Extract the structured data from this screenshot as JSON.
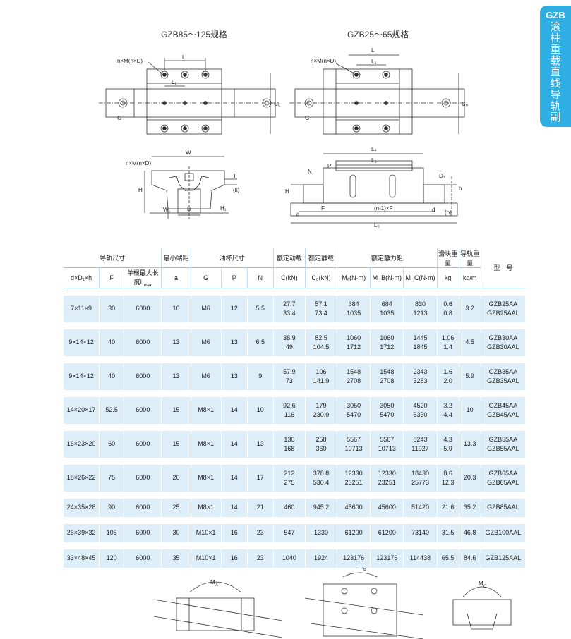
{
  "side_tab": {
    "code": "GZB",
    "chars": [
      "滚",
      "柱",
      "重",
      "载",
      "直",
      "线",
      "导",
      "轨",
      "副"
    ]
  },
  "figures": {
    "top_left_title": "GZB85～125规格",
    "top_right_title": "GZB25～65规格",
    "labels": {
      "nM": "n×M(n×D)",
      "L": "L",
      "L1": "L₁",
      "G": "G",
      "C0": "C₀",
      "W": "W",
      "T": "T",
      "k": "(k)",
      "H": "H",
      "H1": "H₁",
      "W1": "W₁",
      "B": "B",
      "L4": "L₄",
      "L2": "L₂",
      "P": "P",
      "N": "N",
      "D1": "D₁",
      "h": "h",
      "a": "a",
      "F": "F",
      "n1F": "(n-1)×F",
      "d": "d",
      "b": "(b)",
      "L0": "L₀",
      "MA": "M",
      "MA_sub": "A",
      "MB": "M",
      "MB_sub": "B",
      "MC": "M",
      "MC_sub": "C"
    }
  },
  "table": {
    "group_headers": {
      "rail": "导轨尺寸",
      "min_end": "最小端距",
      "oil": "油杯尺寸",
      "dyn": "额定动载",
      "stat": "额定静载",
      "moment": "额定静力矩",
      "block_w": "滑块重量",
      "rail_w": "导轨重量",
      "model": "型　号"
    },
    "col_headers": {
      "dDh": "d×D₁×h",
      "F": "F",
      "Lmax": "单根最大长度L",
      "Lmax_sub": "max",
      "a": "a",
      "G": "G",
      "P": "P",
      "N": "N",
      "C": "C(kN)",
      "C0": "C₀(kN)",
      "MA": "Mₐ(N·m)",
      "MB": "M_B(N·m)",
      "MC": "M_C(N·m)",
      "kg": "kg",
      "kgm": "kg/m"
    },
    "rows": [
      {
        "dDh": "7×11×9",
        "F": "30",
        "L": "6000",
        "a": "10",
        "G": "M6",
        "P": "12",
        "N": "5.5",
        "C": [
          "27.7",
          "33.4"
        ],
        "C0": [
          "57.1",
          "73.4"
        ],
        "MA": [
          "684",
          "1035"
        ],
        "MB": [
          "684",
          "1035"
        ],
        "MC": [
          "830",
          "1213"
        ],
        "kg": [
          "0.6",
          "0.8"
        ],
        "kgm": "3.2",
        "model": [
          "GZB25AA",
          "GZB25AAL"
        ]
      },
      {
        "dDh": "9×14×12",
        "F": "40",
        "L": "6000",
        "a": "13",
        "G": "M6",
        "P": "13",
        "N": "6.5",
        "C": [
          "38.9",
          "49"
        ],
        "C0": [
          "82.5",
          "104.5"
        ],
        "MA": [
          "1060",
          "1712"
        ],
        "MB": [
          "1060",
          "1712"
        ],
        "MC": [
          "1445",
          "1845"
        ],
        "kg": [
          "1.06",
          "1.4"
        ],
        "kgm": "4.5",
        "model": [
          "GZB30AA",
          "GZB30AAL"
        ]
      },
      {
        "dDh": "9×14×12",
        "F": "40",
        "L": "6000",
        "a": "13",
        "G": "M6",
        "P": "13",
        "N": "9",
        "C": [
          "57.9",
          "73"
        ],
        "C0": [
          "106",
          "141.9"
        ],
        "MA": [
          "1548",
          "2708"
        ],
        "MB": [
          "1548",
          "2708"
        ],
        "MC": [
          "2343",
          "3283"
        ],
        "kg": [
          "1.6",
          "2.0"
        ],
        "kgm": "5.9",
        "model": [
          "GZB35AA",
          "GZB35AAL"
        ]
      },
      {
        "dDh": "14×20×17",
        "F": "52.5",
        "L": "6000",
        "a": "15",
        "G": "M8×1",
        "P": "14",
        "N": "10",
        "C": [
          "92.6",
          "116"
        ],
        "C0": [
          "179",
          "230.9"
        ],
        "MA": [
          "3050",
          "5470"
        ],
        "MB": [
          "3050",
          "5470"
        ],
        "MC": [
          "4520",
          "6330"
        ],
        "kg": [
          "3.2",
          "4.4"
        ],
        "kgm": "10",
        "model": [
          "GZB45AA",
          "GZB45AAL"
        ]
      },
      {
        "dDh": "16×23×20",
        "F": "60",
        "L": "6000",
        "a": "15",
        "G": "M8×1",
        "P": "14",
        "N": "13",
        "C": [
          "130",
          "168"
        ],
        "C0": [
          "258",
          "360"
        ],
        "MA": [
          "5567",
          "10713"
        ],
        "MB": [
          "5567",
          "10713"
        ],
        "MC": [
          "8243",
          "11927"
        ],
        "kg": [
          "4.3",
          "5.9"
        ],
        "kgm": "13.3",
        "model": [
          "GZB55AA",
          "GZB55AAL"
        ]
      },
      {
        "dDh": "18×26×22",
        "F": "75",
        "L": "6000",
        "a": "20",
        "G": "M8×1",
        "P": "14",
        "N": "17",
        "C": [
          "212",
          "275"
        ],
        "C0": [
          "378.8",
          "530.4"
        ],
        "MA": [
          "12330",
          "23251"
        ],
        "MB": [
          "12330",
          "23251"
        ],
        "MC": [
          "18430",
          "25773"
        ],
        "kg": [
          "8.6",
          "12.3"
        ],
        "kgm": "20.3",
        "model": [
          "GZB65AA",
          "GZB65AAL"
        ]
      },
      {
        "dDh": "24×35×28",
        "F": "90",
        "L": "6000",
        "a": "25",
        "G": "M8×1",
        "P": "14",
        "N": "21",
        "C": [
          "460"
        ],
        "C0": [
          "945.2"
        ],
        "MA": [
          "45600"
        ],
        "MB": [
          "45600"
        ],
        "MC": [
          "51420"
        ],
        "kg": [
          "21.6"
        ],
        "kgm": "35.2",
        "model": [
          "GZB85AAL"
        ]
      },
      {
        "dDh": "26×39×32",
        "F": "105",
        "L": "6000",
        "a": "30",
        "G": "M10×1",
        "P": "16",
        "N": "23",
        "C": [
          "547"
        ],
        "C0": [
          "1330"
        ],
        "MA": [
          "61200"
        ],
        "MB": [
          "61200"
        ],
        "MC": [
          "73140"
        ],
        "kg": [
          "31.5"
        ],
        "kgm": "46.8",
        "model": [
          "GZB100AAL"
        ]
      },
      {
        "dDh": "33×48×45",
        "F": "120",
        "L": "6000",
        "a": "35",
        "G": "M10×1",
        "P": "16",
        "N": "23",
        "C": [
          "1040"
        ],
        "C0": [
          "1924"
        ],
        "MA": [
          "123176"
        ],
        "MB": [
          "123176"
        ],
        "MC": [
          "114438"
        ],
        "kg": [
          "65.5"
        ],
        "kgm": "84.6",
        "model": [
          "GZB125AAL"
        ]
      }
    ]
  }
}
